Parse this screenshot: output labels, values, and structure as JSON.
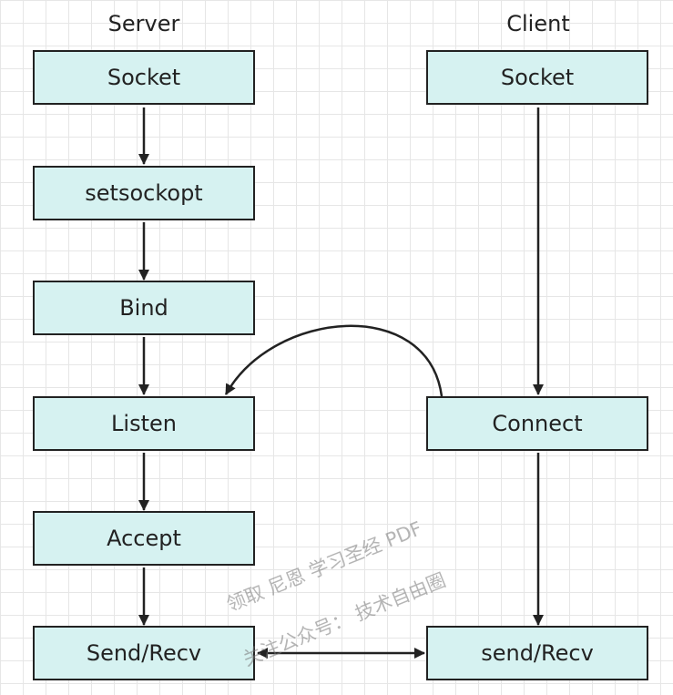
{
  "columns": {
    "server": "Server",
    "client": "Client"
  },
  "server_nodes": [
    "Socket",
    "setsockopt",
    "Bind",
    "Listen",
    "Accept",
    "Send/Recv"
  ],
  "client_nodes": [
    "Socket",
    "Connect",
    "send/Recv"
  ],
  "watermark": {
    "line1": "领取 尼恩 学习圣经 PDF",
    "line2": "关注公众号： 技术自由圈"
  },
  "colors": {
    "node_fill": "#d6f2f1",
    "node_border": "#222222",
    "grid": "#e6e6e6"
  }
}
